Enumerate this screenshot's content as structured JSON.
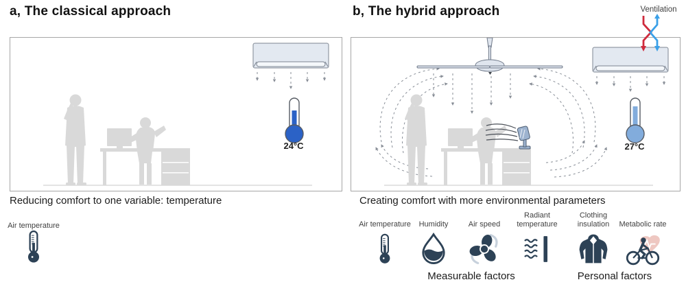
{
  "panel_a": {
    "title": "a, The classical approach",
    "caption": "Reducing comfort to one variable: temperature",
    "temperature": "24°C",
    "factor_label": "Air temperature"
  },
  "panel_b": {
    "title": "b, The hybrid approach",
    "caption": "Creating comfort with more environmental parameters",
    "temperature": "27°C",
    "ventilation_label": "Ventilation",
    "factors": [
      {
        "label": "Air temperature",
        "icon": "thermometer-icon"
      },
      {
        "label": "Humidity",
        "icon": "humidity-droplet-icon"
      },
      {
        "label": "Air speed",
        "icon": "fan-blades-icon"
      },
      {
        "label": "Radiant temperature",
        "icon": "radiant-waves-icon"
      },
      {
        "label": "Clothing insulation",
        "icon": "coat-icon"
      },
      {
        "label": "Metabolic rate",
        "icon": "cyclist-heart-icon"
      }
    ],
    "measurable_label": "Measurable factors",
    "personal_label": "Personal factors"
  },
  "colors": {
    "cool_blue": "#2b62c6",
    "warm_blue": "#82acdc",
    "icon_navy": "#2d4256",
    "heart_pink": "#eec7c1",
    "vent_red": "#cf2b3d",
    "vent_blue": "#3aa0e8",
    "silhouette": "#d9d9d9",
    "airflow": "#878d96"
  }
}
